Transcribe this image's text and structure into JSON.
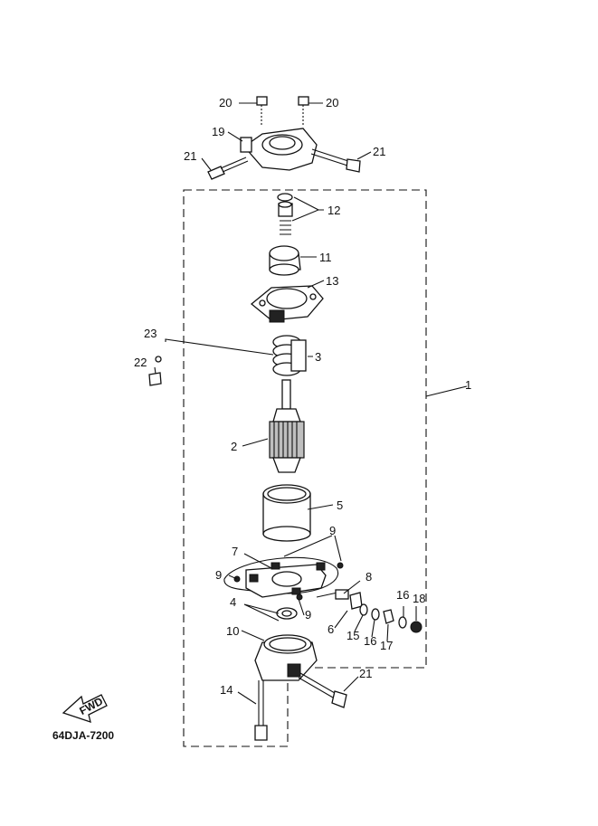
{
  "callouts": {
    "c20a": "20",
    "c20b": "20",
    "c19": "19",
    "c21a": "21",
    "c21b": "21",
    "c12": "12",
    "c11": "11",
    "c13": "13",
    "c23": "23",
    "c22": "22",
    "c3": "3",
    "c1": "1",
    "c2": "2",
    "c5": "5",
    "c9a": "9",
    "c7": "7",
    "c9b": "9",
    "c8": "8",
    "c4": "4",
    "c9c": "9",
    "c6": "6",
    "c16a": "16",
    "c18": "18",
    "c15": "15",
    "c16b": "16",
    "c17": "17",
    "c10": "10",
    "c21c": "21",
    "c14": "14"
  },
  "fwd_label": "FWD",
  "diagram_code": "64DJA-7200",
  "colors": {
    "ink": "#111111",
    "shade": "#bfbfbf",
    "paper": "#ffffff"
  }
}
